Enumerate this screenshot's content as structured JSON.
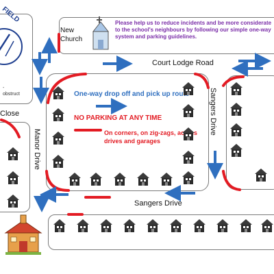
{
  "logo": {
    "text": "FIELD",
    "footnote_lines": [
      "-",
      "obstruct"
    ]
  },
  "church_label": [
    "New",
    "Church"
  ],
  "notice": "Please help us to reduce incidents and be more considerate to the school's neighbours by following our simple one-way system and parking guidelines.",
  "roads": {
    "court_lodge": "Court Lodge Road",
    "sangers_drive_right": "Sangers Drive",
    "sangers_drive_bottom": "Sangers Drive",
    "manor_drive": "Manor Drive",
    "close": "Close"
  },
  "info": {
    "one_way": "One-way drop off and pick up route",
    "no_parking": "NO PARKING AT ANY TIME",
    "corners_note": "On corners, on zig-zags, across drives and garages"
  },
  "colors": {
    "arrow": "#2f6fbf",
    "red_line": "#e31b23",
    "notice": "#7b2ea8",
    "road_edge": "#7a7a7a"
  },
  "icons": {
    "house": "house-icon",
    "church": "church-icon",
    "school": "school-icon",
    "arrow": "arrow-icon"
  }
}
